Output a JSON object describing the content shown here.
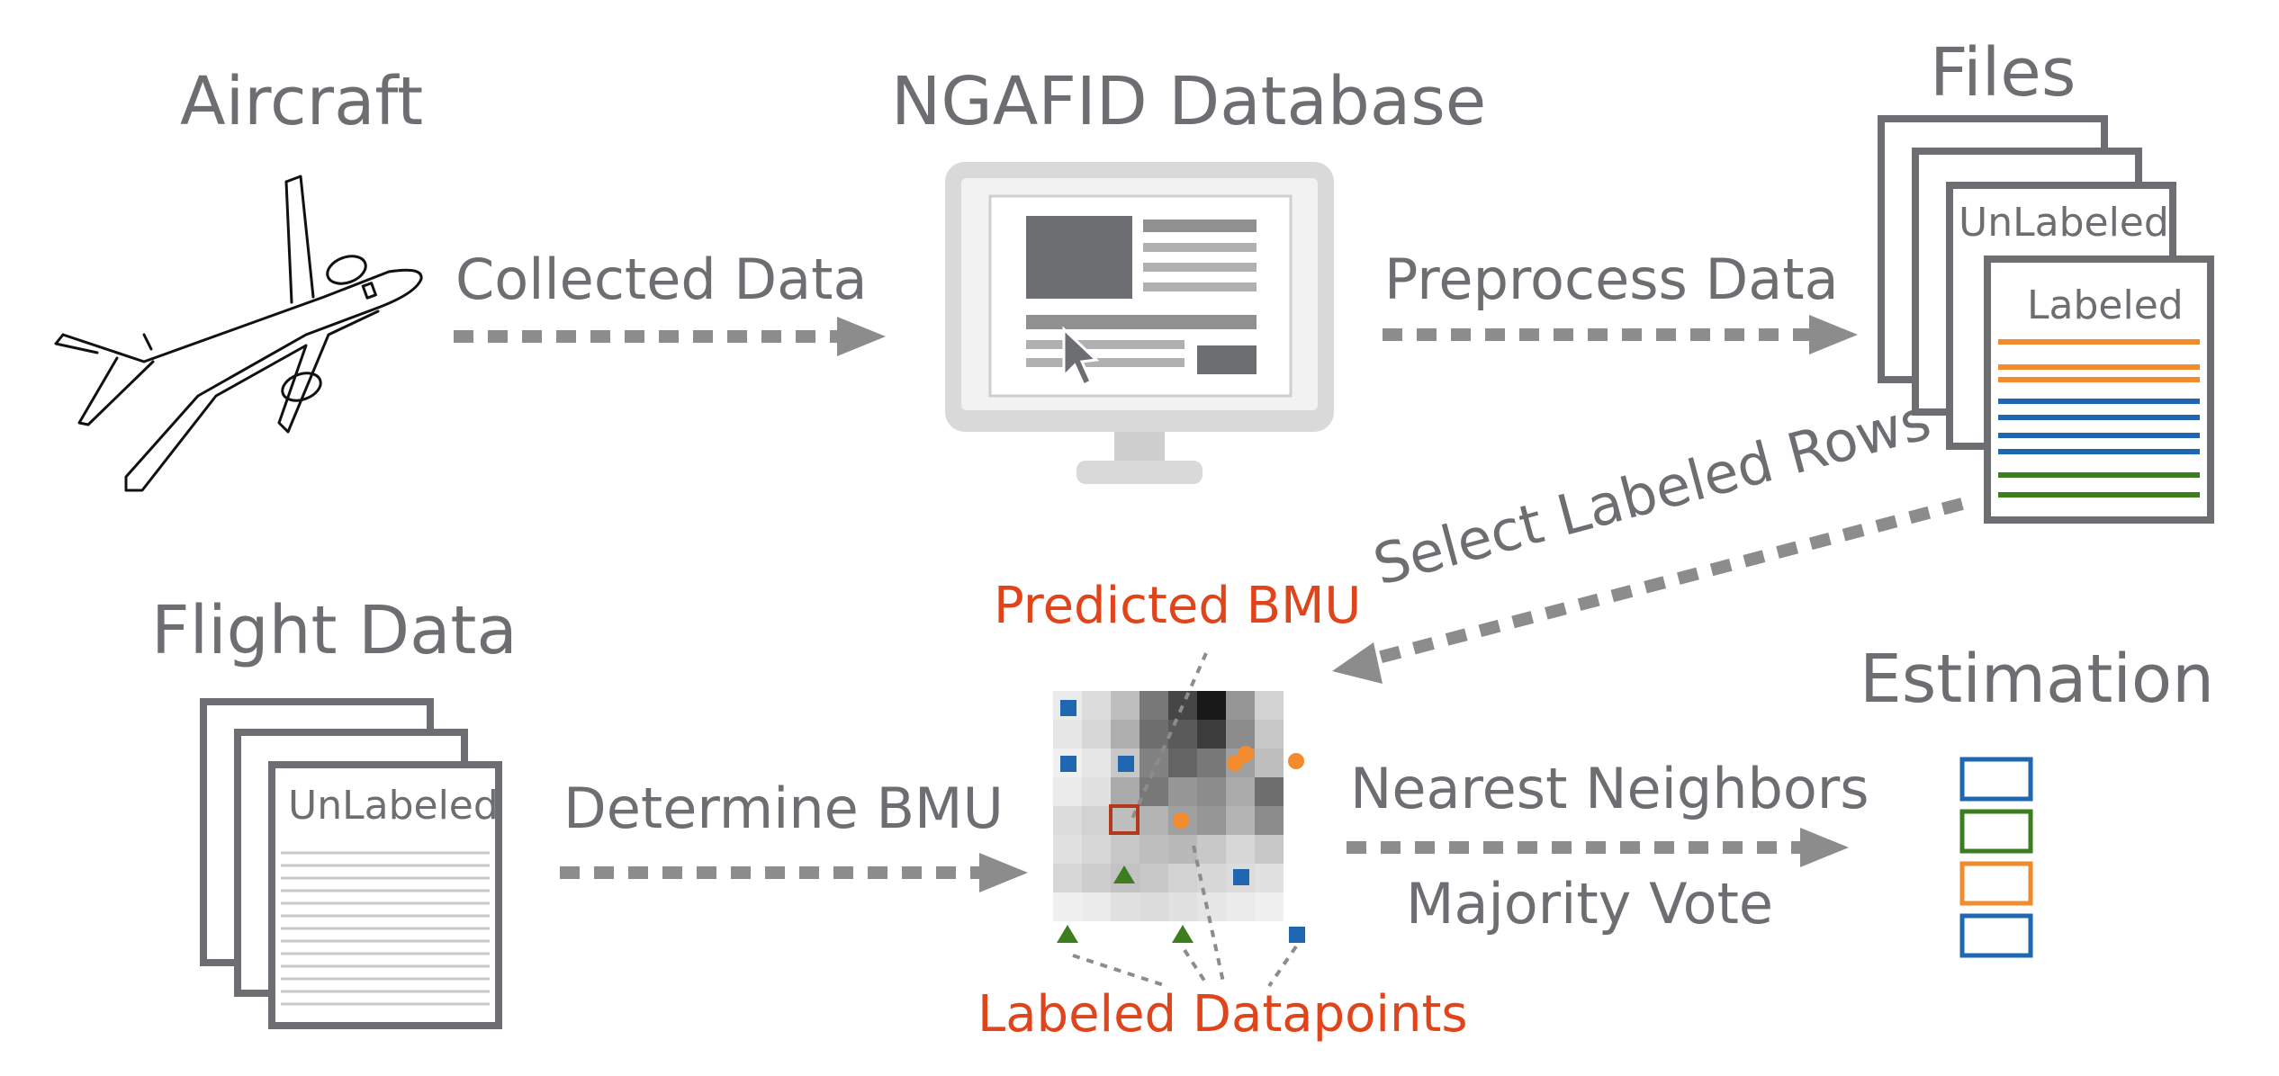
{
  "nodes": {
    "aircraft": "Aircraft",
    "database": "NGAFID Database",
    "files": "Files",
    "flight_data": "Flight Data",
    "estimation": "Estimation"
  },
  "edges": {
    "collected": "Collected Data",
    "preprocess": "Preprocess Data",
    "select": "Select Labeled Rows",
    "determine": "Determine BMU",
    "nearest": "Nearest Neighbors",
    "majority": "Majority Vote"
  },
  "files": {
    "unlabeled": "UnLabeled",
    "labeled": "Labeled"
  },
  "flight": {
    "unlabeled": "UnLabeled"
  },
  "som": {
    "predicted": "Predicted BMU",
    "labeled_points": "Labeled Datapoints"
  },
  "colors": {
    "text": "#6d6e71",
    "accent_red": "#e0441b",
    "orange": "#f28a2e",
    "blue": "#1f67b1",
    "green": "#3b7d1f",
    "arrow": "#8c8c8c"
  }
}
